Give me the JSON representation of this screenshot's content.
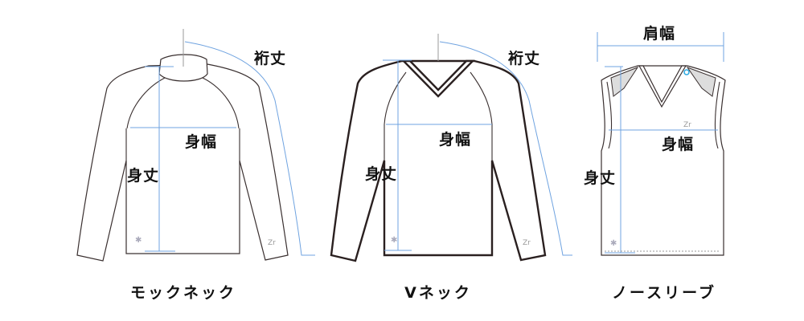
{
  "garments": [
    {
      "name": "モックネック",
      "labels": {
        "sleeve_length": "裄丈",
        "body_width": "身幅",
        "body_length": "身丈"
      }
    },
    {
      "name": "Vネック",
      "labels": {
        "sleeve_length": "裄丈",
        "body_width": "身幅",
        "body_length": "身丈"
      }
    },
    {
      "name": "ノースリーブ",
      "labels": {
        "shoulder_width": "肩幅",
        "body_width": "身幅",
        "body_length": "身丈"
      }
    }
  ],
  "colors": {
    "measure_line": "#6fa3e0",
    "outline": "#3a3030"
  }
}
